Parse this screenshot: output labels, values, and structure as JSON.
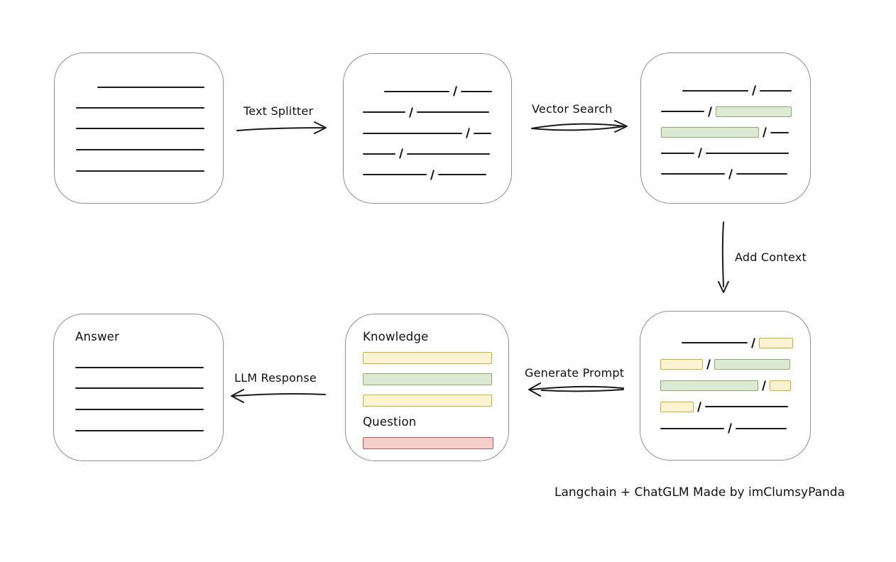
{
  "credit": "Langchain + ChatGLM Made by imClumsyPanda",
  "labels": {
    "text_splitter": "Text Splitter",
    "vector_search": "Vector Search",
    "add_context": "Add Context",
    "generate_prompt": "Generate Prompt",
    "llm_response": "LLM Response"
  },
  "colors": {
    "box_border": "#8f8f8f",
    "line": "#1b1b1b",
    "green_fill": "#dcead3",
    "green_stroke": "#84ae6a",
    "yellow_fill": "#fcf3d2",
    "yellow_stroke": "#d9ab35",
    "red_fill": "#f5cfcb",
    "red_stroke": "#bb5a55"
  },
  "boxes": {
    "source_document": {
      "rows": [
        {
          "h": 29,
          "segs": [
            {
              "t": "indent",
              "w": 30
            },
            {
              "t": "line",
              "w": 151
            }
          ]
        },
        {
          "h": 29,
          "segs": [
            {
              "t": "line",
              "w": 181
            }
          ]
        },
        {
          "h": 29,
          "segs": [
            {
              "t": "line",
              "w": 181
            }
          ]
        },
        {
          "h": 31,
          "segs": [
            {
              "t": "line",
              "w": 181
            }
          ]
        },
        {
          "h": 30,
          "segs": [
            {
              "t": "line",
              "w": 181
            }
          ]
        }
      ]
    },
    "split_chunks": {
      "rows": [
        {
          "h": 29,
          "segs": [
            {
              "t": "indent",
              "w": 30
            },
            {
              "t": "line",
              "w": 92
            },
            {
              "t": "slash"
            },
            {
              "t": "line",
              "w": 44
            }
          ]
        },
        {
          "h": 30,
          "segs": [
            {
              "t": "line",
              "w": 60
            },
            {
              "t": "slash"
            },
            {
              "t": "line",
              "w": 102
            }
          ]
        },
        {
          "h": 29,
          "segs": [
            {
              "t": "line",
              "w": 140
            },
            {
              "t": "slash"
            },
            {
              "t": "line",
              "w": 25
            }
          ]
        },
        {
          "h": 29,
          "segs": [
            {
              "t": "line",
              "w": 46
            },
            {
              "t": "slash"
            },
            {
              "t": "line",
              "w": 117
            }
          ]
        },
        {
          "h": 30,
          "segs": [
            {
              "t": "line",
              "w": 90
            },
            {
              "t": "slash"
            },
            {
              "t": "line",
              "w": 68
            }
          ]
        }
      ]
    },
    "matched_chunks": {
      "rows": [
        {
          "h": 29,
          "segs": [
            {
              "t": "indent",
              "w": 30
            },
            {
              "t": "line",
              "w": 93
            },
            {
              "t": "slash"
            },
            {
              "t": "line",
              "w": 45
            }
          ]
        },
        {
          "h": 30,
          "segs": [
            {
              "t": "line",
              "w": 61
            },
            {
              "t": "slash"
            },
            {
              "t": "chunk",
              "c": "green",
              "w": 107
            }
          ]
        },
        {
          "h": 29,
          "segs": [
            {
              "t": "chunk",
              "c": "green",
              "w": 138
            },
            {
              "t": "slash"
            },
            {
              "t": "line",
              "w": 26
            }
          ]
        },
        {
          "h": 29,
          "segs": [
            {
              "t": "line",
              "w": 47
            },
            {
              "t": "slash"
            },
            {
              "t": "line",
              "w": 117
            }
          ]
        },
        {
          "h": 30,
          "segs": [
            {
              "t": "line",
              "w": 90
            },
            {
              "t": "slash"
            },
            {
              "t": "line",
              "w": 72
            }
          ]
        }
      ]
    },
    "context_chunks": {
      "rows": [
        {
          "h": 30,
          "segs": [
            {
              "t": "indent",
              "w": 30
            },
            {
              "t": "line",
              "w": 93
            },
            {
              "t": "slash"
            },
            {
              "t": "chunk",
              "c": "yellow",
              "w": 48
            }
          ]
        },
        {
          "h": 30,
          "segs": [
            {
              "t": "chunk",
              "c": "yellow",
              "w": 60
            },
            {
              "t": "slash"
            },
            {
              "t": "chunk",
              "c": "green",
              "w": 107
            }
          ]
        },
        {
          "h": 30,
          "segs": [
            {
              "t": "chunk",
              "c": "green",
              "w": 138
            },
            {
              "t": "slash"
            },
            {
              "t": "chunk",
              "c": "yellow",
              "w": 30
            }
          ]
        },
        {
          "h": 30,
          "segs": [
            {
              "t": "chunk",
              "c": "yellow",
              "w": 47
            },
            {
              "t": "slash"
            },
            {
              "t": "line",
              "w": 117
            }
          ]
        },
        {
          "h": 31,
          "segs": [
            {
              "t": "line",
              "w": 90
            },
            {
              "t": "slash"
            },
            {
              "t": "line",
              "w": 72
            }
          ]
        }
      ]
    },
    "prompt": {
      "rows": [
        {
          "h": 30,
          "segs": [
            {
              "t": "label",
              "text": "Knowledge"
            }
          ]
        },
        {
          "h": 30,
          "segs": [
            {
              "t": "bar",
              "c": "yellow",
              "w": 182
            }
          ]
        },
        {
          "h": 30,
          "segs": [
            {
              "t": "bar",
              "c": "green",
              "w": 182
            }
          ]
        },
        {
          "h": 30,
          "segs": [
            {
              "t": "bar",
              "c": "yellow",
              "w": 182
            }
          ]
        },
        {
          "h": 30,
          "segs": [
            {
              "t": "label",
              "text": "Question"
            }
          ]
        },
        {
          "h": 30,
          "segs": [
            {
              "t": "bar",
              "c": "red",
              "w": 184
            }
          ]
        }
      ]
    },
    "answer": {
      "rows": [
        {
          "h": 30,
          "segs": [
            {
              "t": "label",
              "text": "Answer"
            }
          ]
        },
        {
          "h": 14,
          "segs": []
        },
        {
          "h": 29,
          "segs": [
            {
              "t": "line",
              "w": 181
            }
          ]
        },
        {
          "h": 30,
          "segs": [
            {
              "t": "line",
              "w": 181
            }
          ]
        },
        {
          "h": 30,
          "segs": [
            {
              "t": "line",
              "w": 181
            }
          ]
        },
        {
          "h": 30,
          "segs": [
            {
              "t": "line",
              "w": 181
            }
          ]
        }
      ]
    }
  }
}
